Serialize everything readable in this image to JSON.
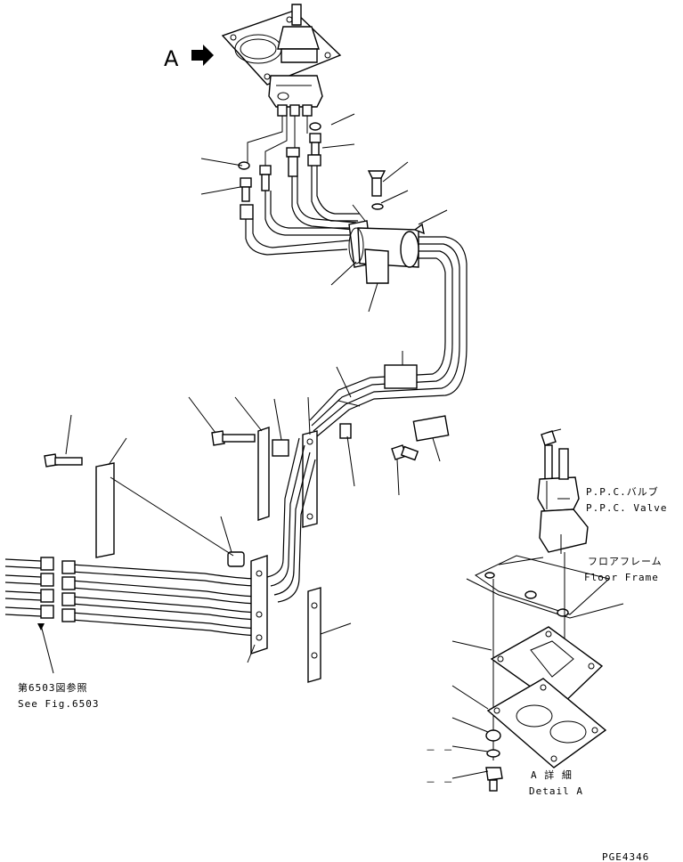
{
  "labels": {
    "view_marker": "A",
    "ppc_valve_jp": "P.P.C.バルブ",
    "ppc_valve_en": "P.P.C. Valve",
    "floor_frame_jp": "フロアフレーム",
    "floor_frame_en": "Floor Frame",
    "see_fig_jp": "第6503図参照",
    "see_fig_en": "See Fig.6503",
    "detail_jp": "A 詳 細",
    "detail_en": "Detail A",
    "qty_dash_1": "－ －",
    "qty_dash_2": "－ －",
    "drawing_code": "PGE4346"
  }
}
